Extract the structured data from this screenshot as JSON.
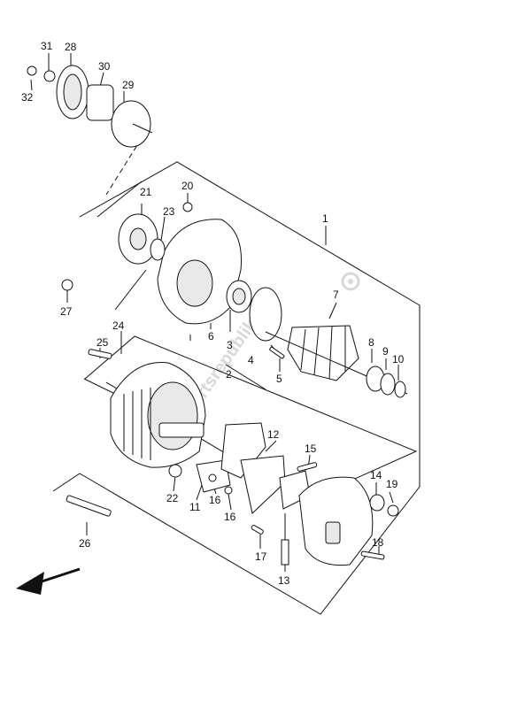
{
  "watermark": "partsrepublik",
  "callouts": [
    "1",
    "2",
    "3",
    "4",
    "5",
    "6",
    "7",
    "8",
    "9",
    "10",
    "11",
    "12",
    "13",
    "14",
    "15",
    "16",
    "16",
    "17",
    "18",
    "19",
    "20",
    "21",
    "22",
    "23",
    "24",
    "25",
    "26",
    "27",
    "28",
    "29",
    "30",
    "31",
    "32"
  ],
  "icons": {
    "direction_arrow": "front-direction-arrow-icon",
    "watermark_logo": "gear-logo-icon"
  }
}
